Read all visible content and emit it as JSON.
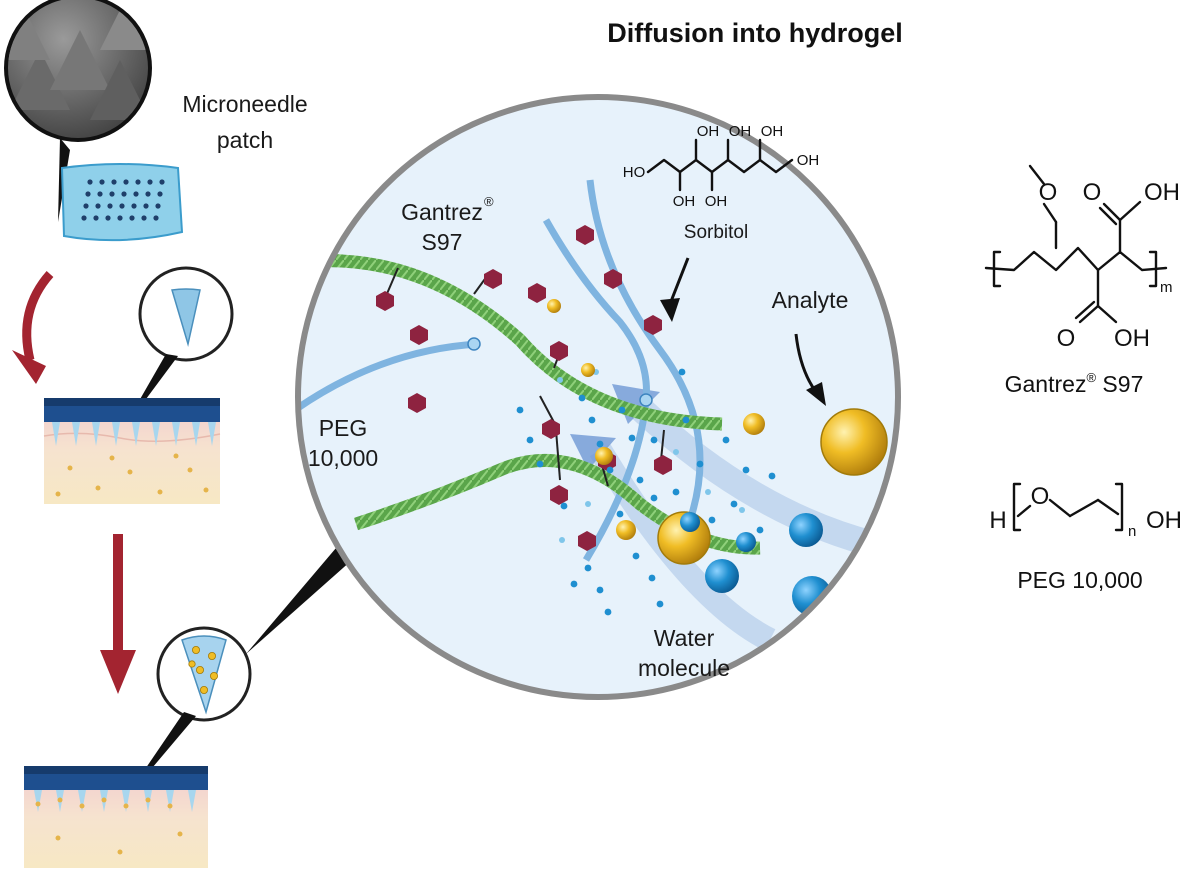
{
  "title": "Diffusion into hydrogel",
  "labels": {
    "microneedle_line1": "Microneedle",
    "microneedle_line2": "patch",
    "gantrez_line1": "Gantrez",
    "gantrez_reg": "®",
    "gantrez_line2": "S97",
    "peg_line1": "PEG",
    "peg_line2": "10,000",
    "sorbitol": "Sorbitol",
    "analyte": "Analyte",
    "water_line1": "Water",
    "water_line2": "molecule"
  },
  "sorbitol_structure": {
    "oh_top": [
      "OH",
      "OH",
      "OH"
    ],
    "oh_bottom": [
      "OH",
      "OH"
    ],
    "ho_left": "HO",
    "oh_right": "OH"
  },
  "gantrez_structure": {
    "methoxy_o": "O",
    "cooh_top_o": "O",
    "cooh_top_oh": "OH",
    "cooh_bottom_o": "O",
    "cooh_bottom_oh": "OH",
    "subscript": "m",
    "name": "Gantrez",
    "reg": "®",
    "name2": " S97"
  },
  "peg_structure": {
    "h": "H",
    "o": "O",
    "subscript": "n",
    "oh": "OH",
    "name": "PEG 10,000"
  },
  "colors": {
    "arrow_red": "#a32430",
    "patch_blue": "#1e4f8f",
    "needle_blue": "#8fc6e6",
    "polymer_green": "#5aa54a",
    "peg_blue": "#7fb4e0",
    "sorbitol_red": "#8e2340",
    "analyte_gold": "#e8b41c",
    "water_blue": "#1f8fd0",
    "circle_fill": "#e7f2fb"
  }
}
